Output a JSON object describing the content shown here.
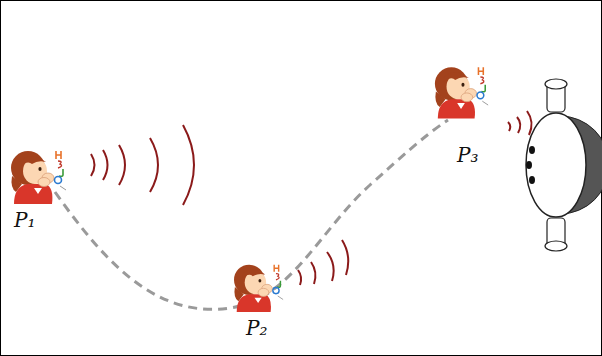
{
  "diagram": {
    "labels": [
      "P₁",
      "P₂",
      "P₃"
    ]
  }
}
